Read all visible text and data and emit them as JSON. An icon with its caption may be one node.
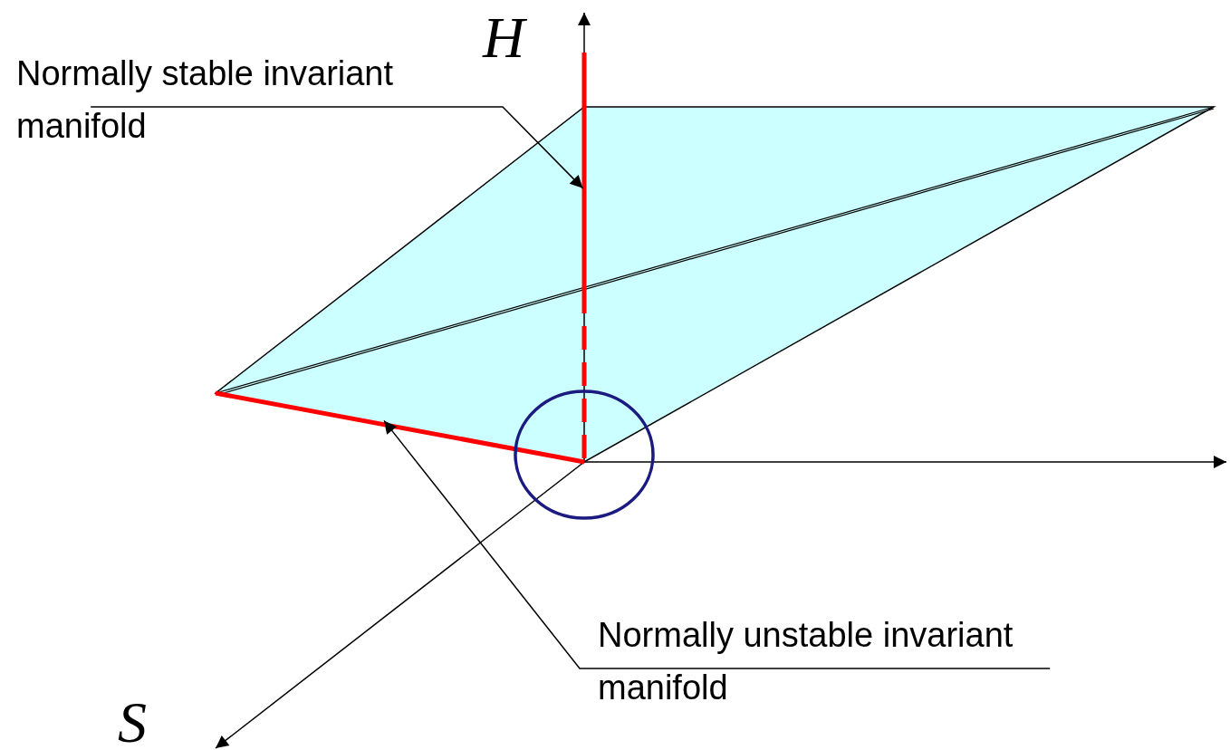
{
  "diagram": {
    "nodes": [
      {
        "text": [
          "Normally stable invariant manifold"
        ]
      },
      {
        "text": [],
        "shape": "bar"
      },
      {
        "text": [
          "Normally unstable invariant manifold"
        ]
      },
      {
        "text": [],
        "shape": "bar"
      },
      {
        "text": [],
        "shape": "circle"
      }
    ],
    "edges": [
      {
        "from": 0,
        "to": 1,
        "arrow": "to"
      },
      {
        "from": 2,
        "to": 3,
        "arrow": "to"
      }
    ],
    "labels": [
      "H",
      "S"
    ]
  }
}
